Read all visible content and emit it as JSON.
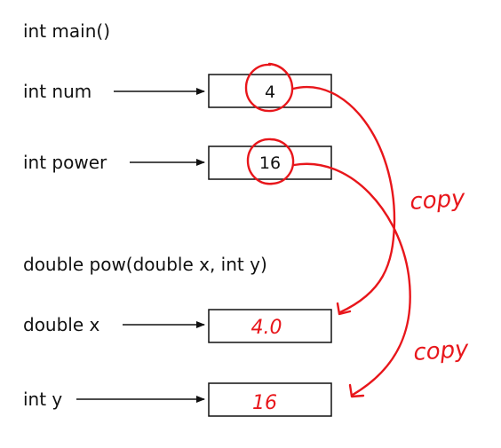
{
  "main_signature": "int main()",
  "pow_signature": "double pow(double x, int y)",
  "variables": {
    "num": {
      "label": "int num",
      "value": "4"
    },
    "power": {
      "label": "int power",
      "value": "16"
    },
    "x": {
      "label": "double x",
      "value": "4.0"
    },
    "y": {
      "label": "int y",
      "value": "16"
    }
  },
  "annotations": {
    "copy_1": "copy",
    "copy_2": "copy"
  },
  "colors": {
    "ink": "#111111",
    "annotation": "#e8161b"
  }
}
